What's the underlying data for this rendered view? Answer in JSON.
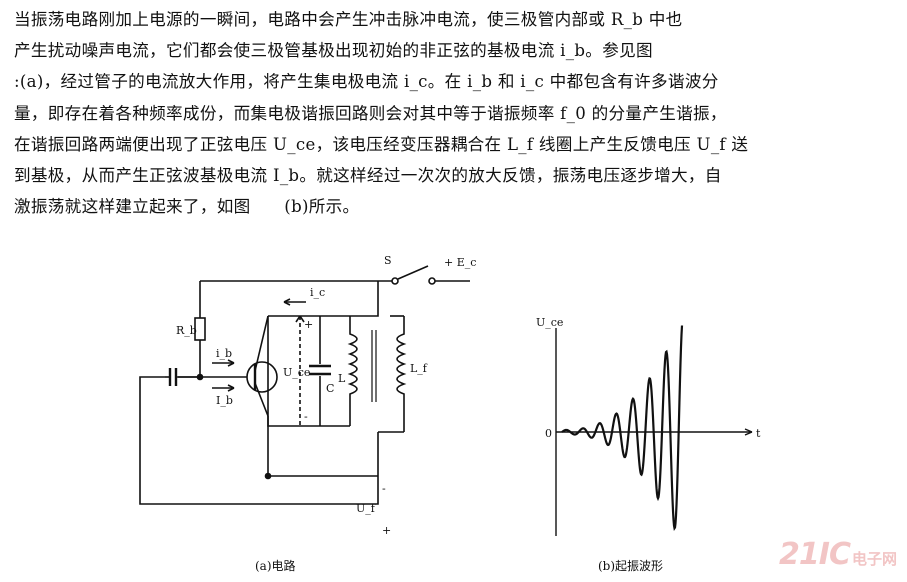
{
  "paragraph": {
    "lines": [
      "当振荡电路刚加上电源的一瞬间，电路中会产生冲击脉冲电流，使三极管内部或 R_b 中也",
      "产生扰动噪声电流，它们都会使三极管基极出现初始的非正弦的基极电流 i_b。参见图",
      ":(a)，经过管子的电流放大作用，将产生集电极电流 i_c。在 i_b 和 i_c 中都包含有许多谐波分",
      "量，即存在着各种频率成份，而集电极谐振回路则会对其中等于谐振频率 f_0 的分量产生谐振，",
      "在谐振回路两端便出现了正弦电压 U_ce，该电压经变压器耦合在 L_f 线圈上产生反馈电压 U_f 送",
      "到基极，从而产生正弦波基极电流 I_b。就这样经过一次次的放大反馈，振荡电压逐步增大，自",
      "激振荡就这样建立起来了，如图　　(b)所示。"
    ]
  },
  "circuit": {
    "caption": "(a)电路",
    "switch_label": "S",
    "supply_label": "+ E_c",
    "rb_label": "R_b",
    "ib_label": "i_b",
    "Ib_label": "I_b",
    "ic_label": "i_c",
    "uce_label": "U_ce",
    "c_label": "C",
    "l_label": "L",
    "lf_label": "L_f",
    "uf_label": "U_f",
    "plus": "+",
    "minus": "-"
  },
  "waveform": {
    "caption": "(b)起振波形",
    "y_axis_label": "U_ce",
    "x_axis_label": "t",
    "origin_label": "0"
  },
  "watermark": {
    "main": "21IC",
    "sub": "电子网"
  },
  "colors": {
    "ink": "#111111",
    "watermark": "#f2c5c5",
    "background": "#ffffff"
  }
}
